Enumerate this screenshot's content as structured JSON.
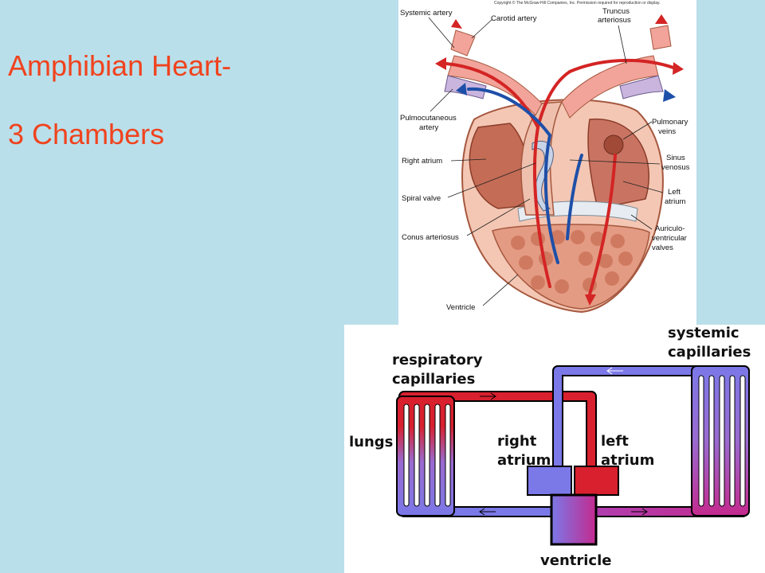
{
  "slide": {
    "title_line1": "Amphibian Heart-",
    "title_line2": "3 Chambers",
    "background_color": "#b9dfea",
    "title_color": "#f0431e"
  },
  "heart_diagram": {
    "copyright": "Copyright © The McGraw-Hill Companies, Inc. Permission required for reproduction or display.",
    "labels": {
      "systemic_artery": "Systemic artery",
      "carotid_artery": "Carotid artery",
      "truncus_line1": "Truncus",
      "truncus_line2": "arteriosus",
      "pulmocutaneous_line1": "Pulmocutaneous",
      "pulmocutaneous_line2": "artery",
      "pulmonary_veins_line1": "Pulmonary",
      "pulmonary_veins_line2": "veins",
      "right_atrium": "Right atrium",
      "sinus_line1": "Sinus",
      "sinus_line2": "venosus",
      "spiral_valve": "Spiral valve",
      "left_atrium_line1": "Left",
      "left_atrium_line2": "atrium",
      "auriculo_line1": "Auriculo-",
      "auriculo_line2": "ventricular",
      "auriculo_line3": "valves",
      "conus_arteriosus": "Conus arteriosus",
      "ventricle": "Ventricle"
    },
    "colors": {
      "oxygenated": "#d42424",
      "deoxygenated": "#1e4fa8",
      "tissue": "#e8a088"
    }
  },
  "circulation_diagram": {
    "labels": {
      "systemic_line1": "systemic",
      "systemic_line2": "capillaries",
      "respiratory_line1": "respiratory",
      "respiratory_line2": "capillaries",
      "lungs": "lungs",
      "right_atrium_line1": "right",
      "right_atrium_line2": "atrium",
      "left_atrium_line1": "left",
      "left_atrium_line2": "atrium",
      "ventricle": "ventricle"
    },
    "colors": {
      "oxygenated": "#d8202e",
      "deoxygenated": "#7b78e8",
      "mixed": "#b03fb0"
    }
  }
}
